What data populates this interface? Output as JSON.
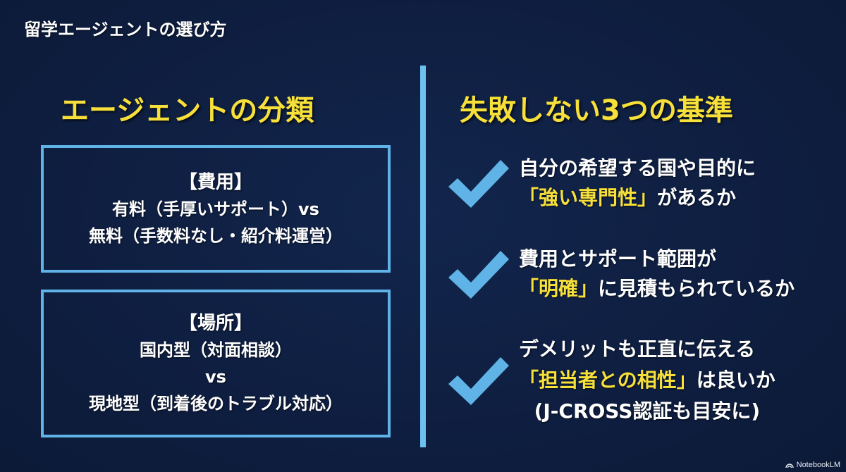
{
  "page": {
    "title": "留学エージェントの選び方"
  },
  "left": {
    "heading": "エージェントの分類",
    "boxes": [
      {
        "title": "【費用】",
        "lines": [
          "有料（手厚いサポート）vs",
          "無料（手数料なし・紹介料運営）"
        ]
      },
      {
        "title": "【場所】",
        "lines": [
          "国内型（対面相談）",
          "vs",
          "現地型（到着後のトラブル対応）"
        ]
      }
    ]
  },
  "right": {
    "heading": "失敗しない3つの基準",
    "criteria": [
      {
        "icon": "checkmark-icon",
        "line1": "自分の希望する国や目的に",
        "highlight": "「強い専門性」",
        "line2_rest": "があるか"
      },
      {
        "icon": "checkmark-icon",
        "line1": "費用とサポート範囲が",
        "highlight": "「明確」",
        "line2_rest": "に見積もられているか"
      },
      {
        "icon": "checkmark-icon",
        "line1": "デメリットも正直に伝える",
        "highlight": "「担当者との相性」",
        "line2_rest": "は良いか",
        "line3": "(J-CROSS認証も目安に)"
      }
    ]
  },
  "brand": {
    "label": "NotebookLM"
  },
  "colors": {
    "background": "#0f1f42",
    "accent_blue": "#5fb3e6",
    "highlight_yellow": "#f7e03a",
    "text": "#ffffff"
  }
}
